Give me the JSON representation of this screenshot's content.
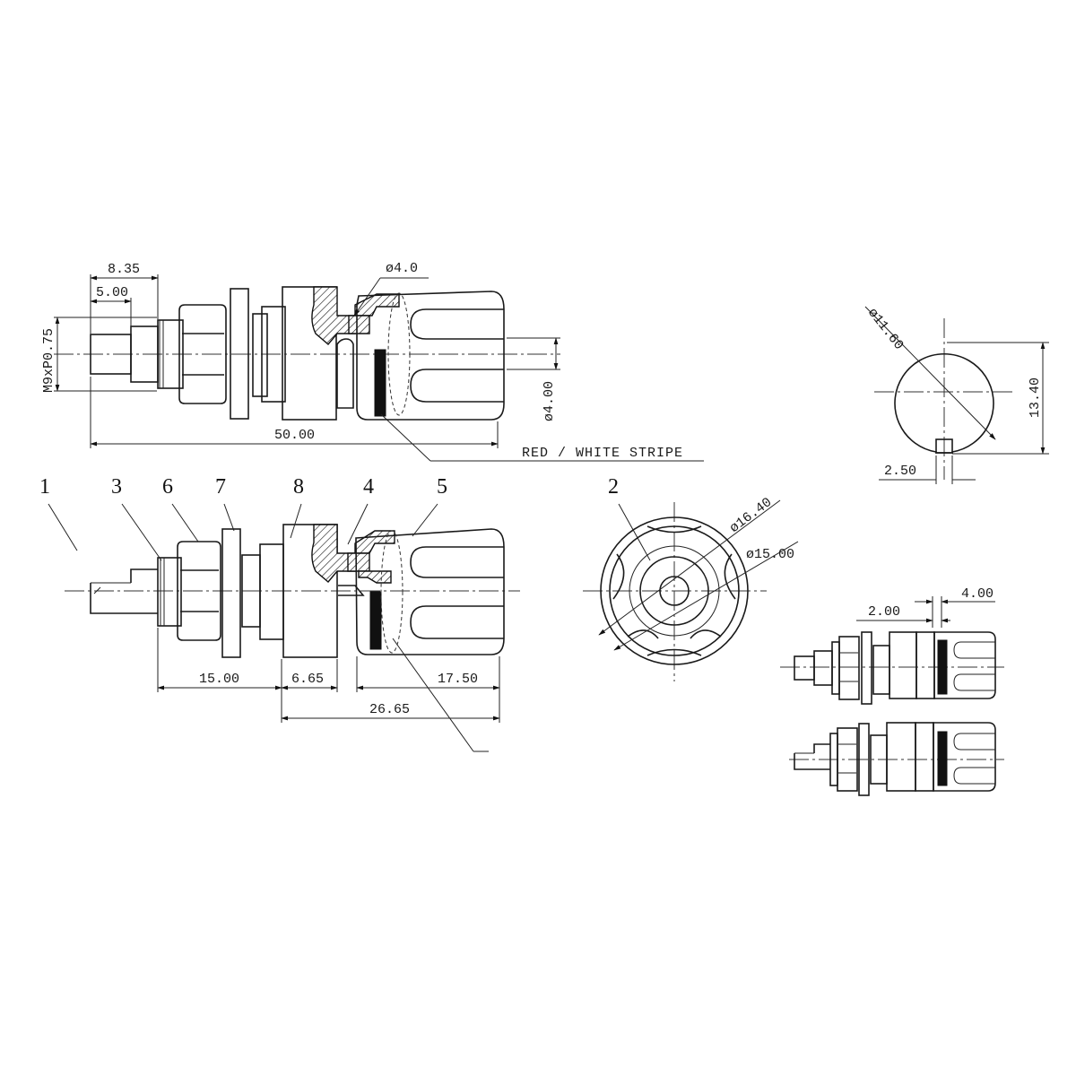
{
  "top_view": {
    "dims": {
      "d835": "8.35",
      "d500": "5.00",
      "thread": "M9xP0.75",
      "hole": "ø4.0",
      "dia4": "ø4.00",
      "overall": "50.00"
    },
    "stripe_note": "RED / WHITE STRIPE"
  },
  "side_view": {
    "parts": [
      "1",
      "3",
      "6",
      "7",
      "8",
      "4",
      "5"
    ],
    "dims": {
      "d1500": "15.00",
      "d665": "6.65",
      "d1750": "17.50",
      "d2665": "26.65"
    }
  },
  "end_view": {
    "part": "2",
    "dims": {
      "outer": "ø16.40",
      "inner": "ø15.00"
    }
  },
  "panel_cutout": {
    "dims": {
      "dia": "ø11.60",
      "height": "13.40",
      "key": "2.50"
    }
  },
  "small_views": {
    "dims": {
      "d200": "2.00",
      "d400": "4.00"
    }
  }
}
